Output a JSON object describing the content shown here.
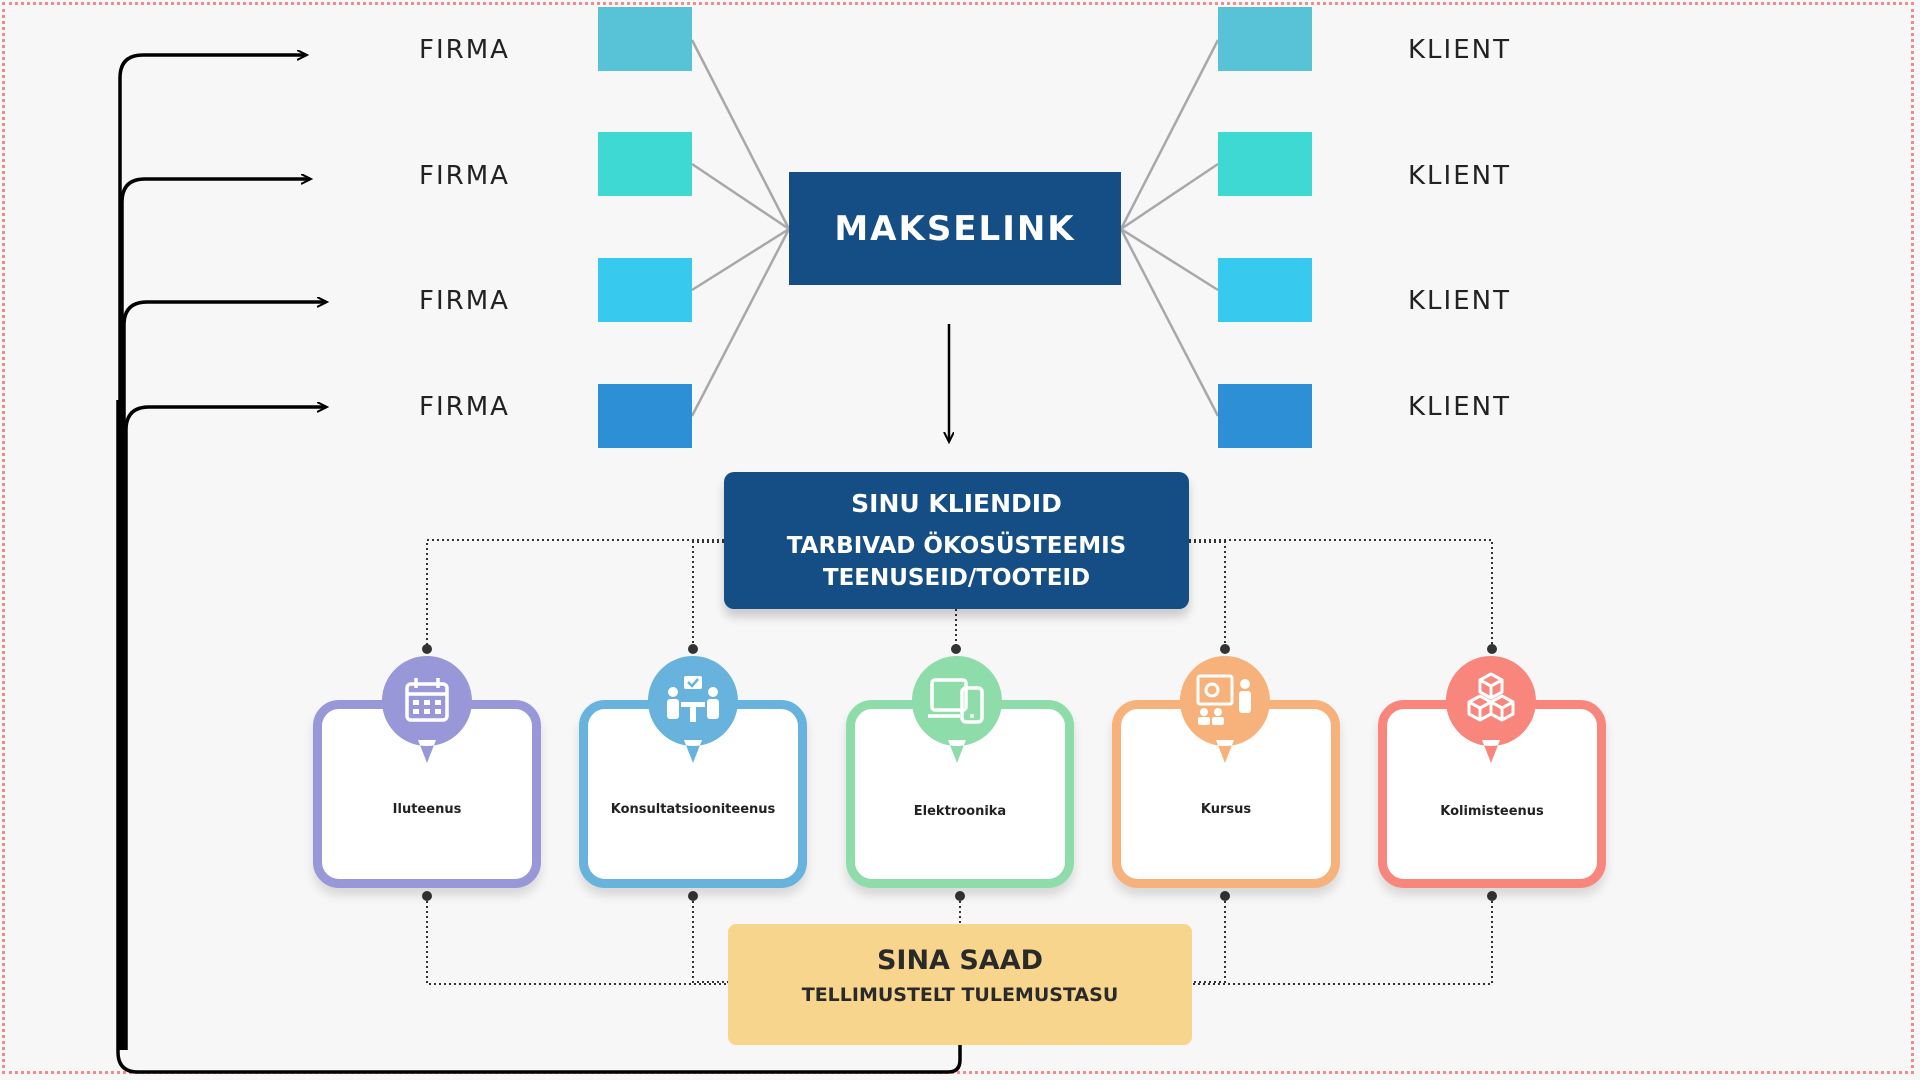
{
  "left_labels": [
    "FIRMA",
    "FIRMA",
    "FIRMA",
    "FIRMA"
  ],
  "right_labels": [
    "KLIENT",
    "KLIENT",
    "KLIENT",
    "KLIENT"
  ],
  "square_colors": [
    "#58c3d6",
    "#3fd9d4",
    "#38c9ee",
    "#2d8fd6"
  ],
  "hub": {
    "title": "MAKSELINK"
  },
  "clients_box": {
    "title": "SINU KLIENDID",
    "line1": "TARBIVAD ÖKOSÜSTEEMIS",
    "line2": "TEENUSEID/TOOTEID"
  },
  "services": [
    {
      "label": "Iluteenus",
      "color": "#9898d8",
      "icon": "calendar-icon"
    },
    {
      "label": "Konsultatsiooniteenus",
      "color": "#67b3dd",
      "icon": "meeting-icon"
    },
    {
      "label": "Elektroonika",
      "color": "#8edcaa",
      "icon": "devices-icon"
    },
    {
      "label": "Kursus",
      "color": "#f6b27a",
      "icon": "presentation-icon"
    },
    {
      "label": "Kolimisteenus",
      "color": "#f8867c",
      "icon": "boxes-icon"
    }
  ],
  "result_box": {
    "title": "SINA SAAD",
    "subtitle": "TELLIMUSTELT TULEMUSTASU"
  }
}
